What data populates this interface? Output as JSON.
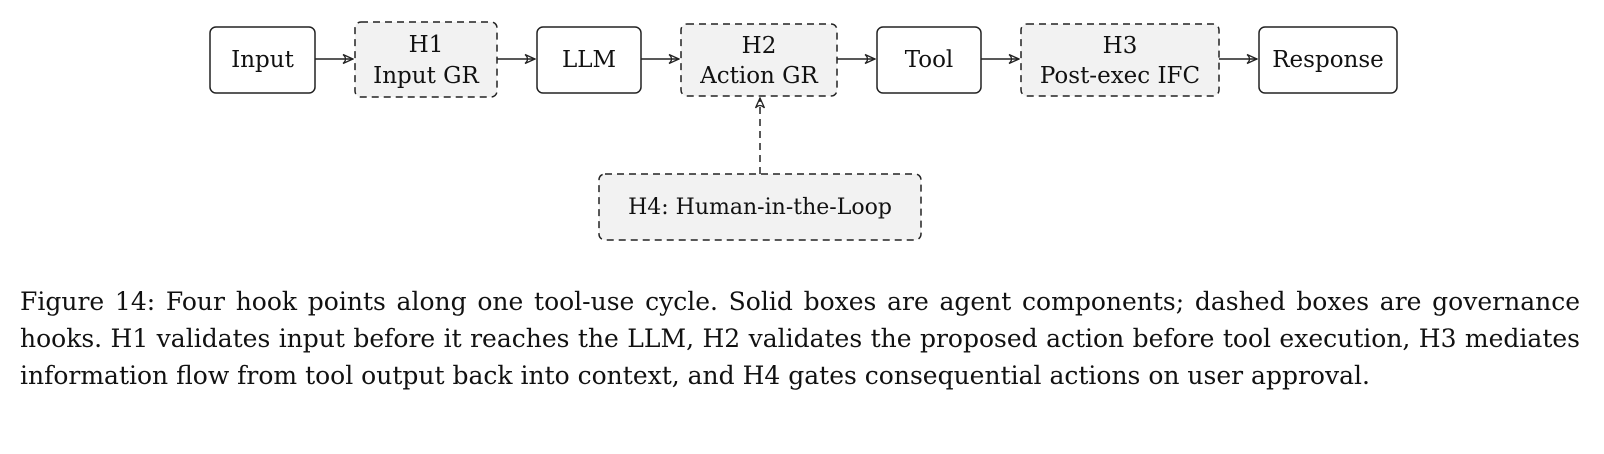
{
  "diagram": {
    "nodes": {
      "input": {
        "label": "Input"
      },
      "h1": {
        "line1": "H1",
        "line2": "Input GR"
      },
      "llm": {
        "label": "LLM"
      },
      "h2": {
        "line1": "H2",
        "line2": "Action GR"
      },
      "tool": {
        "label": "Tool"
      },
      "h3": {
        "line1": "H3",
        "line2": "Post-exec IFC"
      },
      "response": {
        "label": "Response"
      },
      "h4": {
        "label": "H4: Human-in-the-Loop"
      }
    },
    "colors": {
      "stroke": "#222222",
      "hook_fill": "#f2f2f2",
      "component_fill": "#ffffff"
    }
  },
  "caption": {
    "text": "Figure 14: Four hook points along one tool-use cycle. Solid boxes are agent components; dashed boxes are governance hooks. H1 validates input before it reaches the LLM, H2 validates the proposed action before tool execution, H3 mediates information flow from tool output back into context, and H4 gates consequential actions on user approval."
  }
}
